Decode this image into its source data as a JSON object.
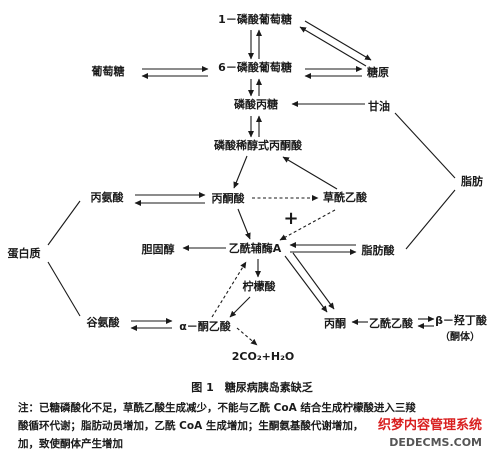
{
  "nodes": {
    "g1p": "1－磷酸葡萄糖",
    "g6p": "6－磷酸葡萄糖",
    "glucose": "葡萄糖",
    "glycogen": "糖原",
    "triose_p": "磷酸丙糖",
    "glycerol": "甘油",
    "pep": "磷酸稀醇式丙酮酸",
    "fat": "脂肪",
    "alanine": "丙氨酸",
    "pyruvate": "丙酮酸",
    "oxaloacetate": "草酰乙酸",
    "plus": "+",
    "protein": "蛋白质",
    "cholesterol": "胆固醇",
    "acetyl_coa": "乙酰辅酶A",
    "fatty_acid": "脂肪酸",
    "citrate": "柠檬酸",
    "glutamate": "谷氨酸",
    "aketo": "α－酮乙酸",
    "acetone": "丙酮",
    "acetoacetate": "乙酰乙酸",
    "hydroxybutyrate": "β－羟丁酸",
    "ketone": "（酮体）",
    "co2h2o": "2CO₂+H₂O"
  },
  "caption": "图 1　糖尿病胰岛素缺乏",
  "note": [
    "注：已糖磷酸化不足，草酰乙酸生成减少，不能与乙酰 CoA 结合生成柠檬酸进入三羧",
    "酸循环代谢；脂肪动员增加，乙酰 CoA 生成增加；生酮氨基酸代谢增加，",
    "加，致使酮体产生增加"
  ],
  "watermark": {
    "line1": "织梦内容管理系统",
    "line2": "DEDECMS.COM"
  }
}
